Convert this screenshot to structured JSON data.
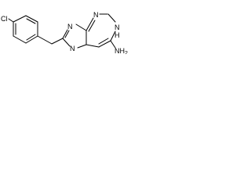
{
  "structure": {
    "atom_labels": {
      "cl": "Cl",
      "n7": "N",
      "n9": "N",
      "n3": "N",
      "n1": "N",
      "h1": "H",
      "nh2": "NH",
      "nh2_sub": "2"
    }
  },
  "colors": {
    "ink": "#000000",
    "background": "#ffffff"
  }
}
